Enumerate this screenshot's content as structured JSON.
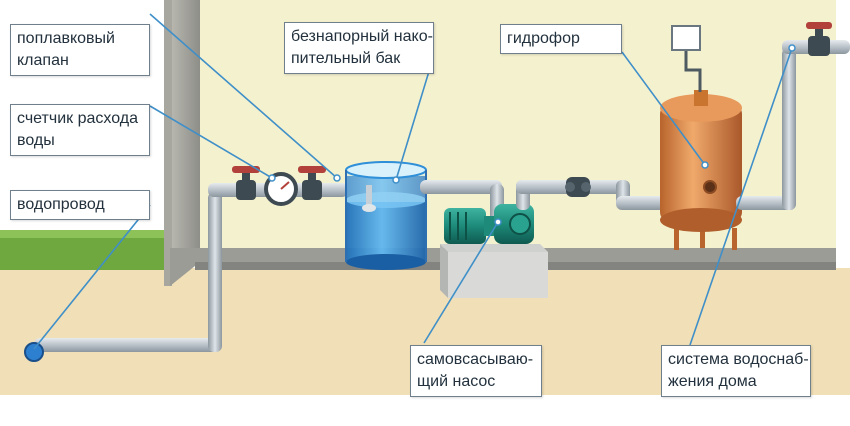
{
  "labels": {
    "float_valve": [
      "поплавковый",
      "клапан"
    ],
    "water_meter": [
      "счетчик расхода",
      "воды"
    ],
    "water_main": [
      "водопровод"
    ],
    "tank": [
      "безнапорный нако-",
      "пительный бак"
    ],
    "hydrophore": [
      "гидрофор"
    ],
    "pump": [
      "самовсасываю-",
      "щий насос"
    ],
    "house_supply": [
      "система водоснаб-",
      "жения дома"
    ]
  },
  "colors": {
    "ground": "#f2e3bc",
    "wall": "#f4f1cf",
    "grass": "#6fa83f",
    "pipe": "#b9c2c9",
    "tank_water": "#2f8fd8",
    "pump_motor": "#1d8a7a",
    "hydrophore": "#d98a4e",
    "valve": "#b2413b",
    "leader_line": "#3f8fc8"
  },
  "icons": [
    "valve-icon",
    "meter-gauge-icon",
    "pressure-switch-icon"
  ]
}
